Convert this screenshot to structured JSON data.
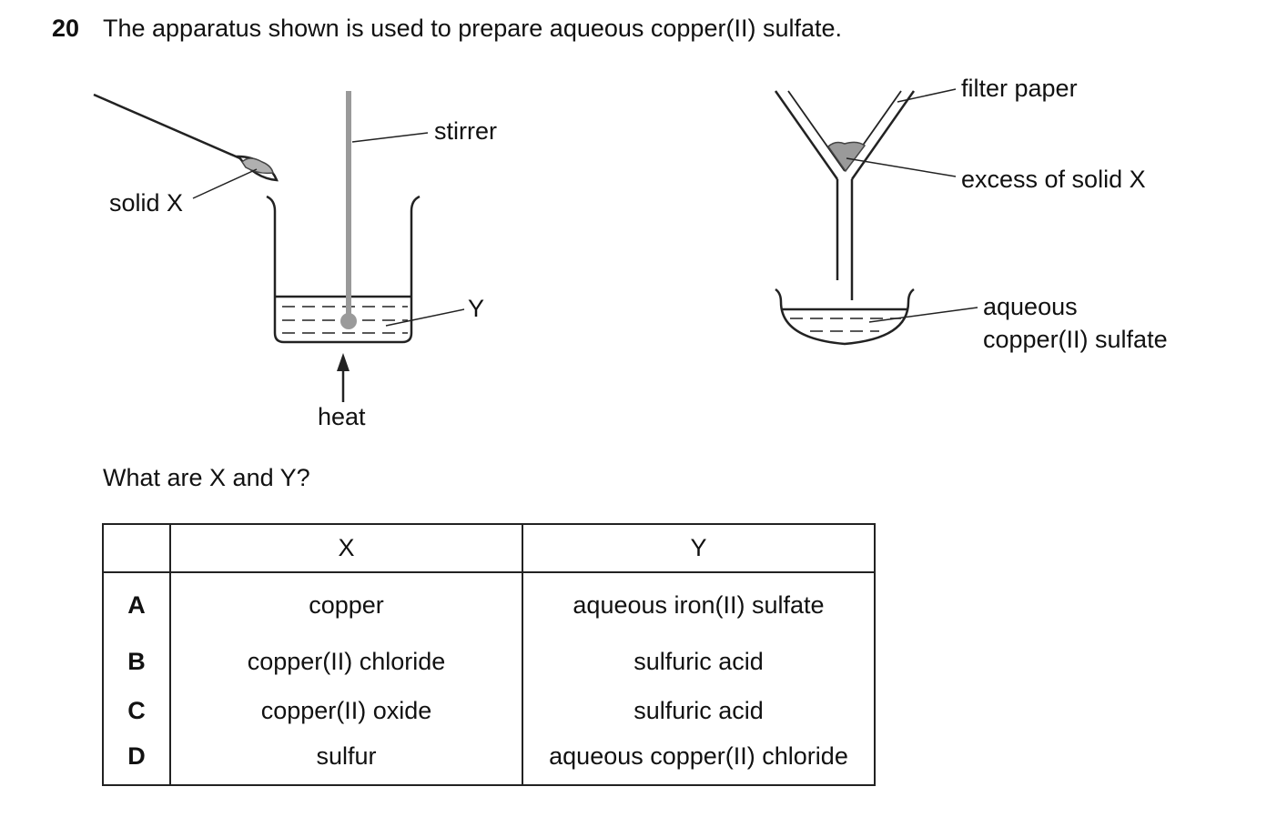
{
  "question": {
    "number": "20",
    "text": "The apparatus shown is used to prepare aqueous copper(II) sulfate.",
    "prompt": "What are X and Y?"
  },
  "diagram": {
    "labels": {
      "solid_x": "solid X",
      "stirrer": "stirrer",
      "y": "Y",
      "heat": "heat",
      "filter_paper": "filter paper",
      "excess_solid_x": "excess of solid X",
      "aqueous": "aqueous",
      "copper_sulfate": "copper(II) sulfate"
    }
  },
  "table": {
    "headers": [
      "",
      "X",
      "Y"
    ],
    "rows": [
      {
        "option": "A",
        "x": "copper",
        "y": "aqueous iron(II) sulfate"
      },
      {
        "option": "B",
        "x": "copper(II) chloride",
        "y": "sulfuric acid"
      },
      {
        "option": "C",
        "x": "copper(II) oxide",
        "y": "sulfuric acid"
      },
      {
        "option": "D",
        "x": "sulfur",
        "y": "aqueous copper(II) chloride"
      }
    ]
  }
}
